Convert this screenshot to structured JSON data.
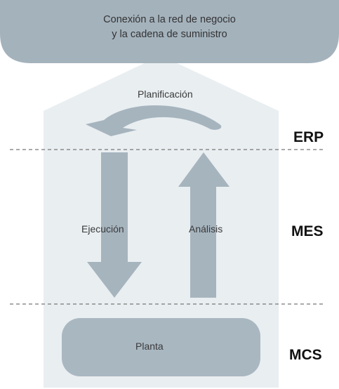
{
  "cloud": {
    "line1": "Conexión a la red de negocio",
    "line2": "y la cadena de suministro"
  },
  "labels": {
    "planning": "Planificación",
    "execution": "Ejecución",
    "analysis": "Análisis",
    "plant": "Planta"
  },
  "levels": {
    "erp": "ERP",
    "mes": "MES",
    "mcs": "MCS"
  },
  "colors": {
    "cloud": "#a4b2bc",
    "house": "#e9eef1",
    "arrow": "#a6b4be",
    "plant": "#a9b7c1",
    "level_text": "#111111",
    "divider": "#777777"
  }
}
